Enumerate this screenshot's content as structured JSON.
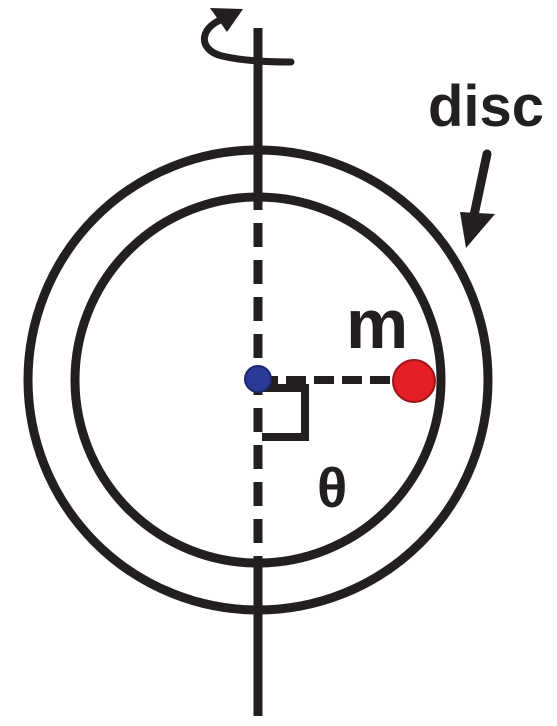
{
  "labels": {
    "disc": "disc",
    "mass": "m",
    "angle": "θ"
  },
  "colors": {
    "ink": "#231f20",
    "mass_fill": "#e41e26",
    "pivot_fill": "#2b3a97",
    "background": "#ffffff"
  },
  "icons": {
    "rotation": "rotation-arrow-icon",
    "pointer": "pointer-arrow-icon"
  }
}
